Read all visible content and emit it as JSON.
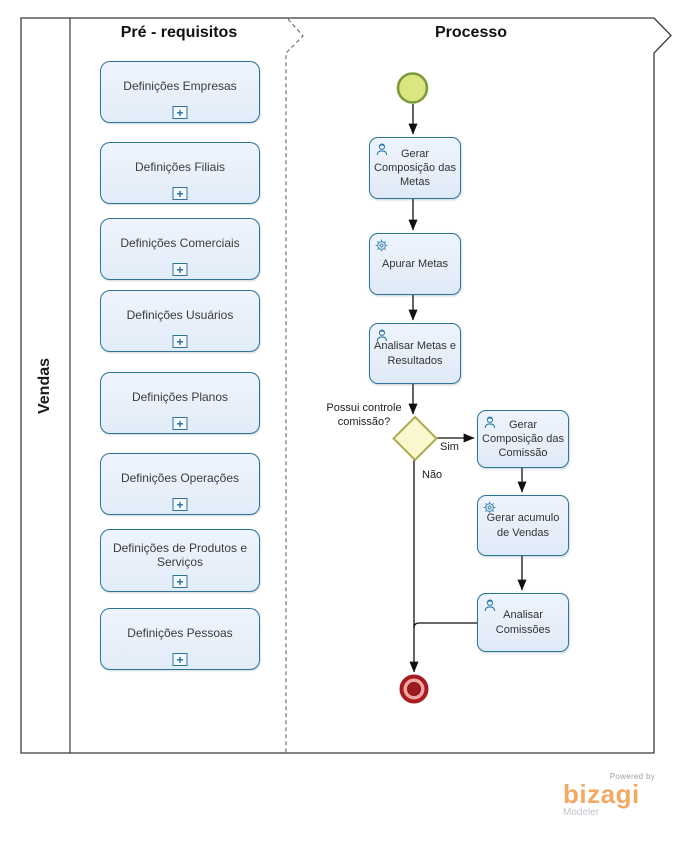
{
  "pool": {
    "label": "Vendas"
  },
  "lanes": [
    {
      "label": "Pré - requisitos"
    },
    {
      "label": "Processo"
    }
  ],
  "prerequisites": {
    "items": [
      {
        "label": "Definições Empresas"
      },
      {
        "label": "Definições Filiais"
      },
      {
        "label": "Definições Comerciais"
      },
      {
        "label": "Definições Usuários"
      },
      {
        "label": "Definições Planos"
      },
      {
        "label": "Definições Operações"
      },
      {
        "label": "Definições de Produtos e Serviços"
      },
      {
        "label": "Definições Pessoas"
      }
    ],
    "marker": "+"
  },
  "process": {
    "tasks": [
      {
        "label": "Gerar Composição das Metas",
        "type": "user"
      },
      {
        "label": "Apurar Metas",
        "type": "service"
      },
      {
        "label": "Analisar Metas e Resultados",
        "type": "user"
      },
      {
        "label": "Gerar Composição das Comissão",
        "type": "user"
      },
      {
        "label": "Gerar acumulo de Vendas",
        "type": "service"
      },
      {
        "label": "Analisar Comissões",
        "type": "user"
      }
    ],
    "gateway": {
      "question": "Possui controle comissão?",
      "yes_label": "Sim",
      "no_label": "Não"
    },
    "events": {
      "start": "start-event",
      "end": "end-event"
    }
  },
  "branding": {
    "powered_by": "Powered by",
    "brand": "bizagi",
    "product": "Modeler"
  },
  "colors": {
    "task_border": "#2d7498",
    "task_fill": "#e9f1fb",
    "start_fill": "#d9e681",
    "start_border": "#7e9b37",
    "gateway_fill": "#faf6ce",
    "gateway_border": "#aeaa4f",
    "end_border": "#a81c21",
    "end_mid": "#f2a5a0",
    "end_center": "#9c1b1f",
    "brand_orange": "#f1a964"
  }
}
